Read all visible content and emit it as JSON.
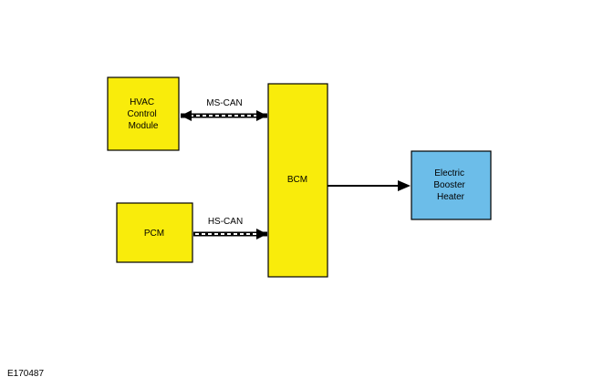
{
  "diagram": {
    "nodes": {
      "hvac": {
        "lines": [
          "HVAC",
          "Control",
          "Module"
        ],
        "color": "#f9ec0b"
      },
      "pcm": {
        "lines": [
          "PCM"
        ],
        "color": "#f9ec0b"
      },
      "bcm": {
        "lines": [
          "BCM"
        ],
        "color": "#f9ec0b"
      },
      "heater": {
        "lines": [
          "Electric",
          "Booster",
          "Heater"
        ],
        "color": "#6cbde9"
      }
    },
    "connections": {
      "ms_can": {
        "label": "MS-CAN",
        "from": "HVAC Control Module",
        "to": "BCM",
        "style": "dashed",
        "direction": "bidirectional"
      },
      "hs_can": {
        "label": "HS-CAN",
        "from": "PCM",
        "to": "BCM",
        "style": "dashed",
        "direction": "to-bcm"
      },
      "bcm_heater": {
        "label": "",
        "from": "BCM",
        "to": "Electric Booster Heater",
        "style": "solid",
        "direction": "to-heater"
      }
    }
  },
  "figure_id": "E170487"
}
